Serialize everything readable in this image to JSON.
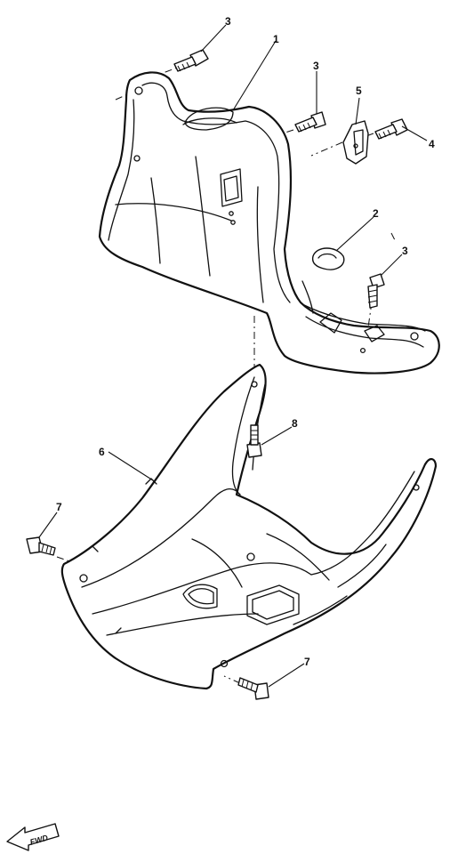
{
  "diagram": {
    "callouts": [
      "1",
      "2",
      "3",
      "3",
      "3",
      "4",
      "5",
      "6",
      "7",
      "7",
      "8"
    ],
    "direction_badge": "FWD"
  }
}
